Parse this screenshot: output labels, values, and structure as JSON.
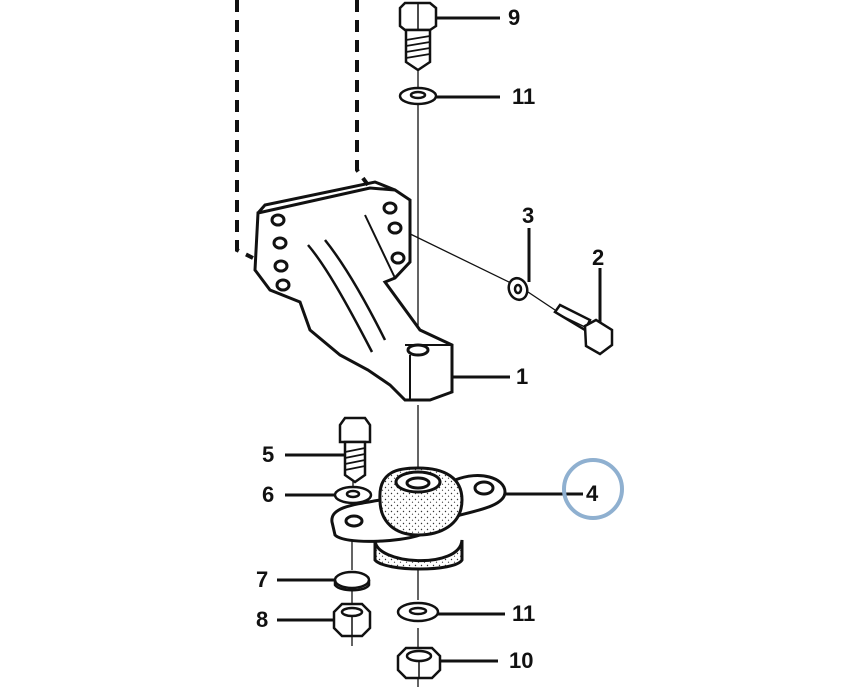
{
  "diagram": {
    "highlight_color": "#8fb0d0",
    "highlighted_callout": "4",
    "callouts": {
      "c9": "9",
      "c11_top": "11",
      "c3": "3",
      "c2": "2",
      "c1": "1",
      "c5": "5",
      "c6": "6",
      "c4": "4",
      "c7": "7",
      "c8": "8",
      "c11_bottom": "11",
      "c10": "10"
    }
  }
}
